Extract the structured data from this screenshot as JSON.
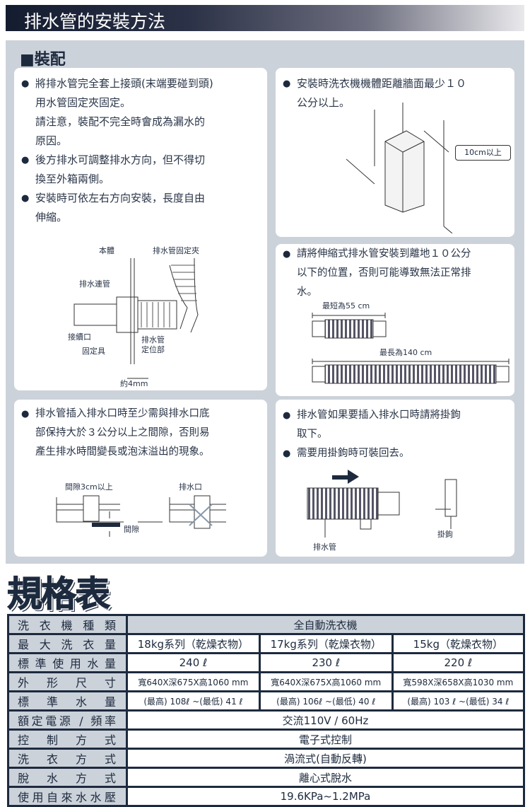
{
  "header": {
    "title": "排水管的安裝方法"
  },
  "section": {
    "title": "■裝配"
  },
  "card1": {
    "lines": [
      "將排水管完全套上接頭(末端要碰到頭)",
      "用水管固定夾固定。",
      "請注意，裝配不完全時會成為漏水的",
      "原因。",
      "後方排水可調整排水方向，但不得切",
      "換至外箱兩側。",
      "安裝時可依左右方向安裝，長度自由",
      "伸縮。"
    ],
    "labels": {
      "body": "本體",
      "clamp": "排水管固定夾",
      "connector": "排水連管",
      "joint": "接續口",
      "fixture": "固定具",
      "position": "排水管",
      "position2": "定位部",
      "gap": "約4mm"
    }
  },
  "card2": {
    "lines": [
      "安裝時洗衣機機體距離牆面最少１０",
      "公分以上。"
    ],
    "callout": "10cm以上"
  },
  "card3": {
    "lines": [
      "請將伸縮式排水管安裝到離地１０公分",
      "以下的位置，否則可能導致無法正常排",
      "水。"
    ],
    "short": "最短為55 cm",
    "long": "最長為140 cm"
  },
  "card4": {
    "lines": [
      "排水管插入排水口時至少需與排水口底",
      "部保持大於３公分以上之間隙，否則易",
      "產生排水時間變長或泡沫溢出的現象。"
    ],
    "gap_label": "間隙3cm以上",
    "gap": "間隙",
    "drain": "排水口"
  },
  "card5": {
    "lines": [
      "排水管如果要插入排水口時請將掛鉤",
      "取下。",
      "需要用掛鉤時可裝回去。"
    ],
    "pipe": "排水管",
    "hook": "掛鉤"
  },
  "spec": {
    "title": "規格表",
    "rows": [
      {
        "h": "洗衣機種類",
        "span": "全自動洗衣機"
      },
      {
        "h": "最大洗衣量",
        "cells": [
          "18kg系列（乾燥衣物）",
          "17kg系列（乾燥衣物）",
          "15kg（乾燥衣物）"
        ]
      },
      {
        "h": "標準使用水量",
        "cells": [
          "240 ℓ",
          "230 ℓ",
          "220 ℓ"
        ]
      },
      {
        "h": "外形尺寸",
        "cells": [
          "寬640X深675X高1060 mm",
          "寬640X深675X高1060 mm",
          "寬598X深658X高1030 mm"
        ]
      },
      {
        "h": "標準水量",
        "cells": [
          "(最高) 108ℓ ~(最低) 41 ℓ",
          "(最高) 106ℓ ~(最低) 40 ℓ",
          "(最高) 103 ℓ ~(最低) 34 ℓ"
        ]
      },
      {
        "h": "額定電源 / 頻率",
        "span": "交流110V / 60Hz"
      },
      {
        "h": "控制方式",
        "span": "電子式控制"
      },
      {
        "h": "洗衣方式",
        "span": "渦流式(自動反轉)"
      },
      {
        "h": "脫水方式",
        "span": "離心式脫水"
      },
      {
        "h": "使用自來水水壓",
        "span": "19.6KPa~1.2MPa"
      }
    ]
  }
}
